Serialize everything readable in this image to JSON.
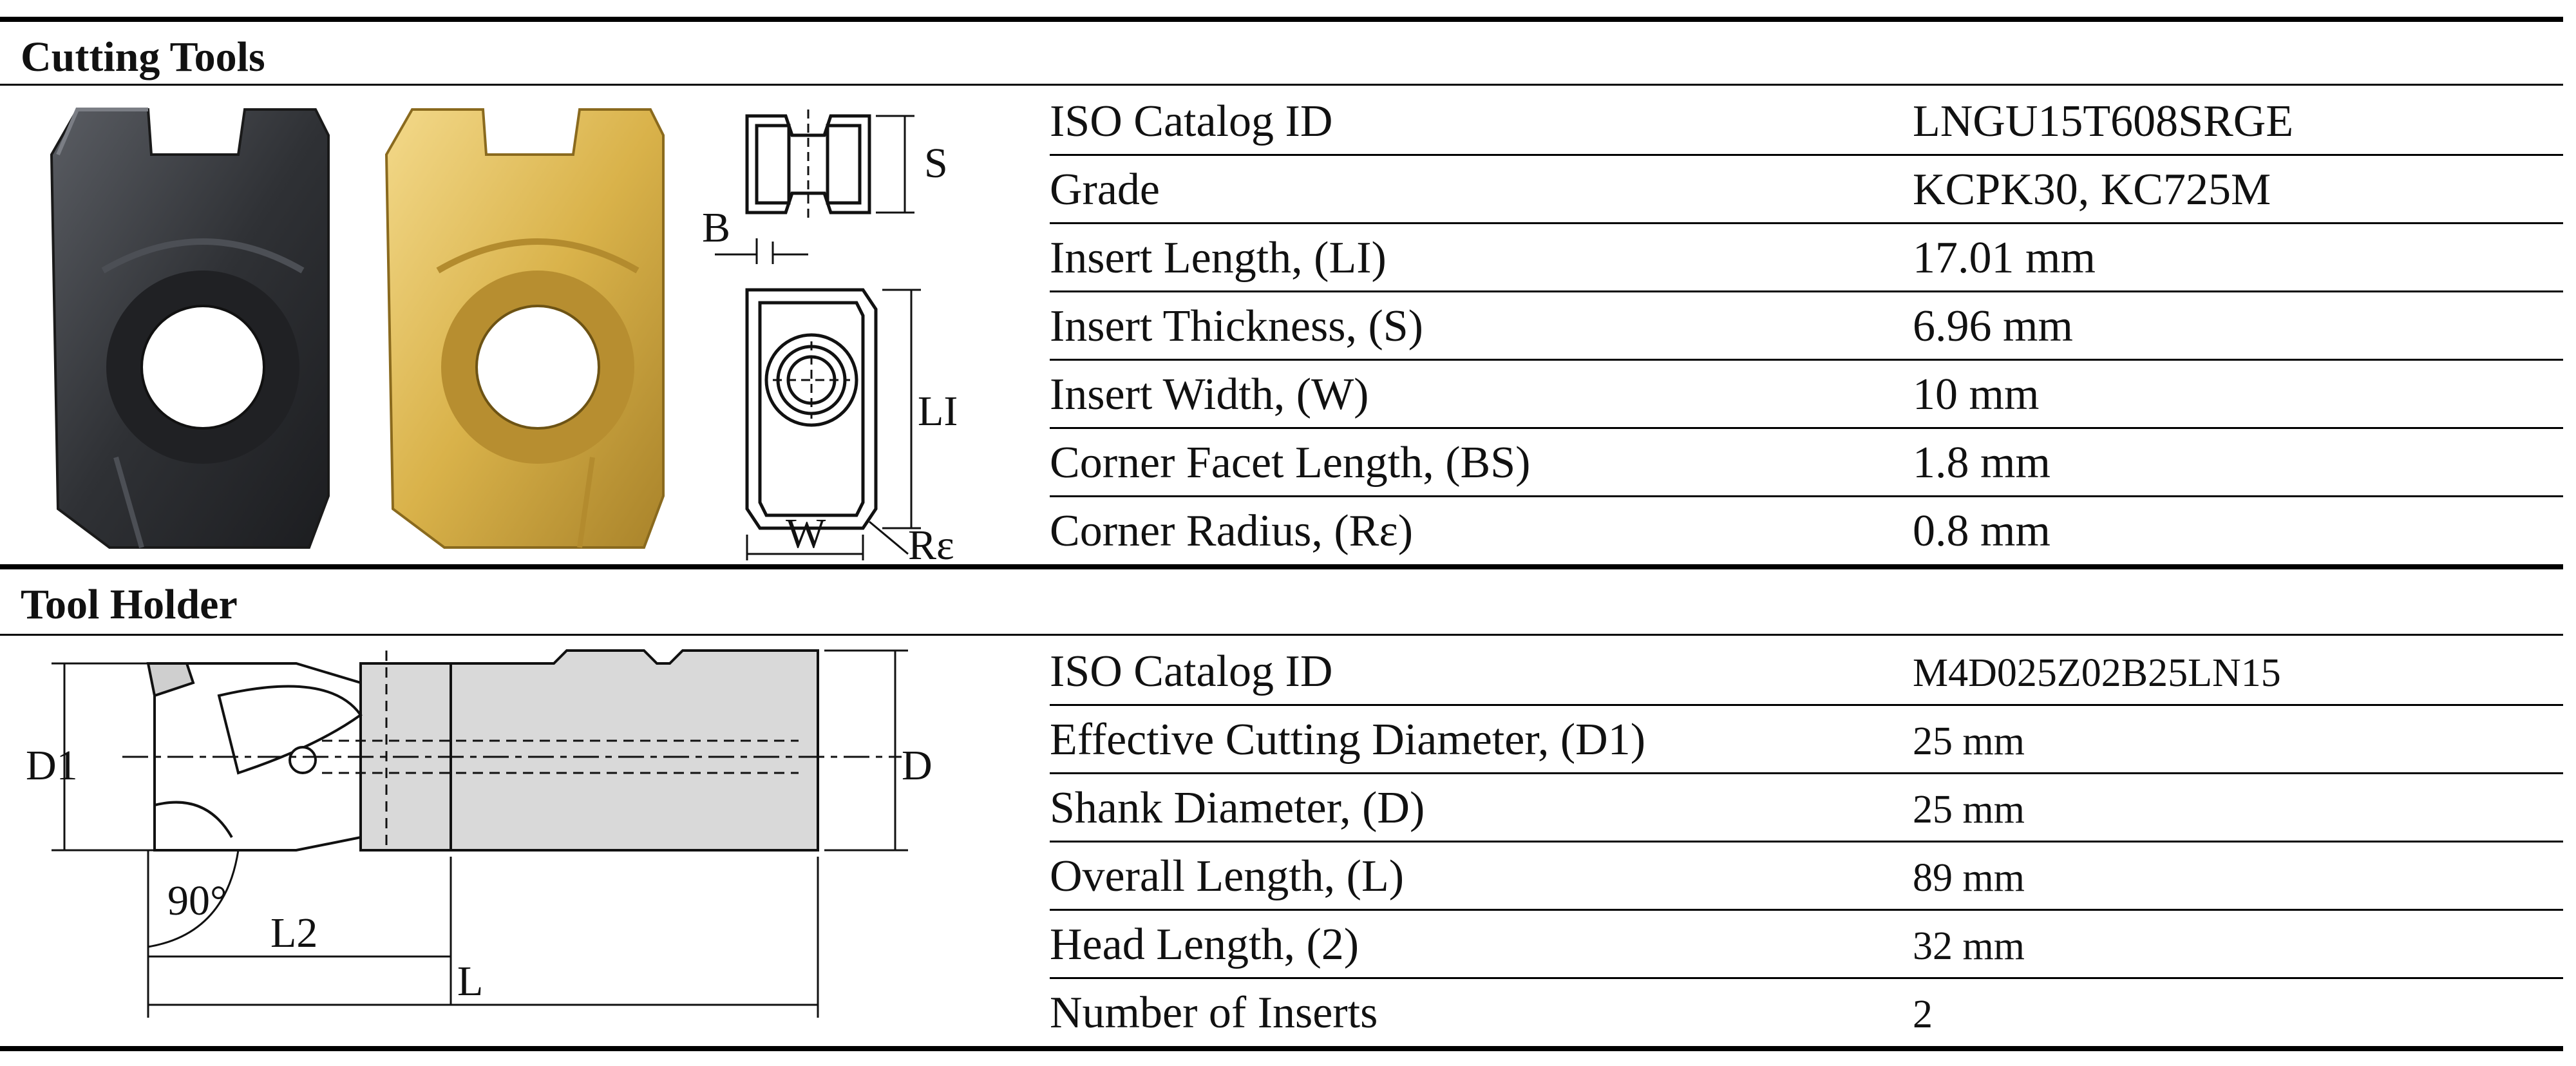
{
  "cutting_tools": {
    "title": "Cutting Tools",
    "drawing_labels": {
      "s": "S",
      "b": "B",
      "li": "LI",
      "w": "W",
      "r": "Rε"
    },
    "rows": [
      {
        "label": "ISO Catalog ID",
        "value": "LNGU15T608SRGE"
      },
      {
        "label": "Grade",
        "value": "KCPK30, KC725M"
      },
      {
        "label": "Insert Length, (LI)",
        "value": "17.01 mm"
      },
      {
        "label": "Insert Thickness, (S)",
        "value": "6.96 mm"
      },
      {
        "label": "Insert Width, (W)",
        "value": "10 mm"
      },
      {
        "label": "Corner Facet Length, (BS)",
        "value": "1.8 mm"
      },
      {
        "label": "Corner Radius, (Rε)",
        "value": "0.8 mm"
      }
    ]
  },
  "tool_holder": {
    "title": "Tool Holder",
    "drawing_labels": {
      "d1": "D1",
      "d": "D",
      "angle": "90°",
      "l2": "L2",
      "l": "L"
    },
    "rows": [
      {
        "label": "ISO Catalog ID",
        "value": "M4D025Z02B25LN15"
      },
      {
        "label": "Effective Cutting Diameter, (D1)",
        "value": "25 mm"
      },
      {
        "label": "Shank Diameter, (D)",
        "value": "25 mm"
      },
      {
        "label": "Overall Length, (L)",
        "value": "89 mm"
      },
      {
        "label": "Head Length, (2)",
        "value": "32 mm"
      },
      {
        "label": "Number of Inserts",
        "value": "2"
      }
    ]
  },
  "colors": {
    "dark_insert": "#3a3c40",
    "gold_insert": "#d9b24a",
    "holder": "#d9d9d9"
  }
}
